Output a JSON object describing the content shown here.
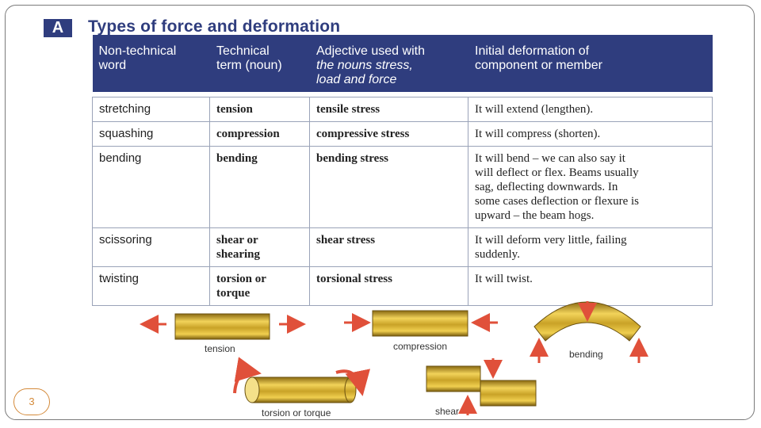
{
  "section_letter": "A",
  "title": "Types of force and deformation",
  "table": {
    "headers": [
      [
        "Non-technical",
        "word"
      ],
      [
        "Technical",
        "term (noun)"
      ],
      [
        "Adjective used with",
        "the nouns stress,",
        "load and force"
      ],
      [
        "Initial deformation of",
        "component or member"
      ]
    ],
    "rows": [
      {
        "word": "stretching",
        "term": "tension",
        "adjective": "tensile stress",
        "deformation": [
          "It will extend (lengthen)."
        ]
      },
      {
        "word": "squashing",
        "term": "compression",
        "adjective": "compressive stress",
        "deformation": [
          "It will compress (shorten)."
        ]
      },
      {
        "word": "bending",
        "term": "bending",
        "adjective": "bending stress",
        "deformation": [
          "It will bend – we can also say it",
          "will deflect or flex. Beams usually",
          "sag, deflecting downwards. In",
          "some cases deflection or flexure is",
          "upward – the beam hogs."
        ]
      },
      {
        "word": "scissoring",
        "term": [
          "shear or",
          "shearing"
        ],
        "adjective": "shear stress",
        "deformation": [
          "It will deform very little, failing",
          "suddenly."
        ]
      },
      {
        "word": "twisting",
        "term": [
          "torsion or",
          "torque"
        ],
        "adjective": "torsional stress",
        "deformation": [
          "It will twist."
        ]
      }
    ]
  },
  "diagrams": {
    "tension": "tension",
    "compression": "compression",
    "bending": "bending",
    "torsion": "torsion or torque",
    "shear": "shear"
  },
  "colors": {
    "header": "#2f3d7e",
    "beam": "#c9a227",
    "arrow": "#e0503a"
  },
  "page_number": "3"
}
